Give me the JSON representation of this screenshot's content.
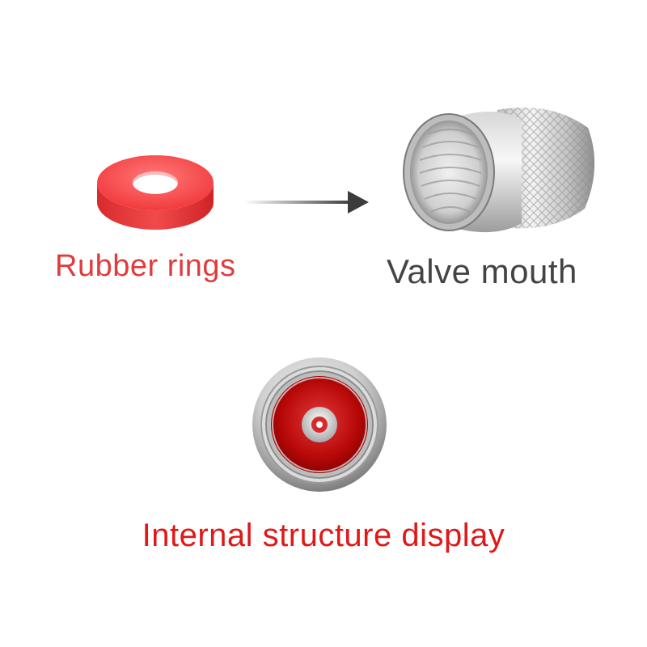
{
  "labels": {
    "rubber_rings": "Rubber rings",
    "valve_mouth": "Valve mouth",
    "internal_structure": "Internal structure display"
  },
  "colors": {
    "rubber_red": "#f2474a",
    "label_red": "#e23b3b",
    "title_red": "#e01818",
    "valve_gray": "#444444",
    "metal_light": "#e9e9e9",
    "metal_dark": "#8a8a8a",
    "inner_red": "#c80a0a"
  },
  "icons": [
    "rubber-ring-image",
    "arrow-right-icon",
    "valve-mouth-image",
    "internal-structure-image"
  ]
}
